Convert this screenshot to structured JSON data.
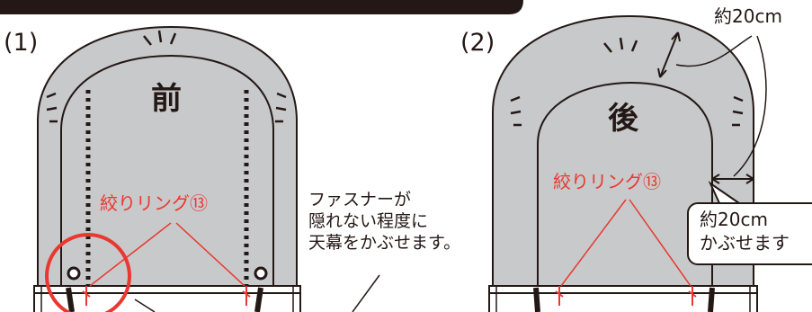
{
  "panel1": {
    "number": "(1)",
    "center_label": "前",
    "ring_label": "絞りリング⑬"
  },
  "panel2": {
    "number": "(2)",
    "center_label": "後",
    "ring_label": "絞りリング⑬"
  },
  "note": {
    "line1": "ファスナーが",
    "line2": "隠れない程度に",
    "line3": "天幕をかぶせます。"
  },
  "dimension_top": "約20cm",
  "callout": {
    "line1": "約20cm",
    "line2": "かぶせます"
  },
  "colors": {
    "canopy": "#c8c9ca",
    "outline": "#231815",
    "accent": "#e8382f"
  }
}
